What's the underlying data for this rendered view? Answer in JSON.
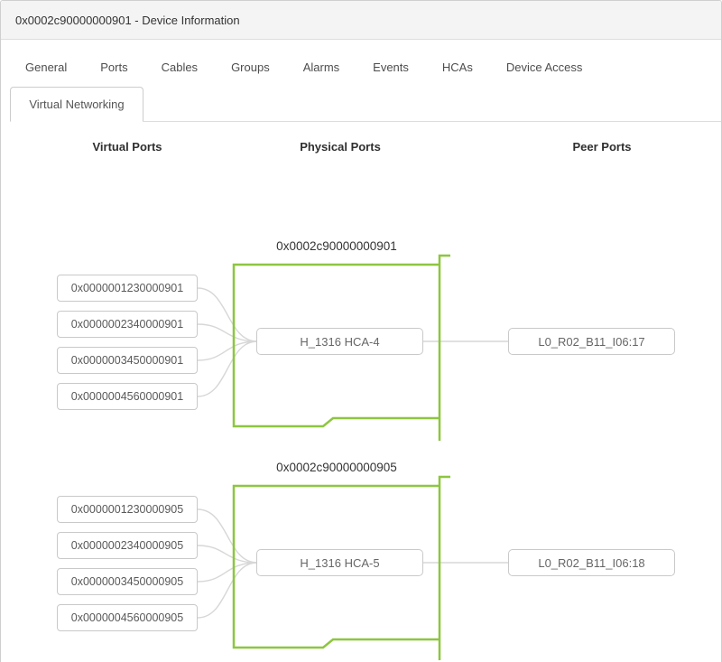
{
  "window": {
    "title": "0x0002c90000000901 - Device Information"
  },
  "tabs": [
    "General",
    "Ports",
    "Cables",
    "Groups",
    "Alarms",
    "Events",
    "HCAs",
    "Device Access"
  ],
  "subtab": {
    "label": "Virtual Networking"
  },
  "columns": {
    "virtual": "Virtual Ports",
    "physical": "Physical Ports",
    "peer": "Peer Ports"
  },
  "sections": [
    {
      "guid": "0x0002c90000000901",
      "virtual_ports": [
        "0x0000001230000901",
        "0x0000002340000901",
        "0x0000003450000901",
        "0x0000004560000901"
      ],
      "physical_port": "H_1316 HCA-4",
      "peer_port": "L0_R02_B11_I06:17"
    },
    {
      "guid": "0x0002c90000000905",
      "virtual_ports": [
        "0x0000001230000905",
        "0x0000002340000905",
        "0x0000003450000905",
        "0x0000004560000905"
      ],
      "physical_port": "H_1316 HCA-5",
      "peer_port": "L0_R02_B11_I06:18"
    }
  ],
  "colors": {
    "accent_green": "#8dc63f",
    "box_border_gray": "#c9c9c9",
    "connector_gray": "#d7d7d7",
    "titlebar_bg": "#f4f4f4"
  }
}
